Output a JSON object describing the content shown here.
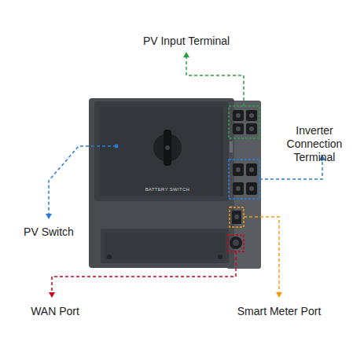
{
  "diagram": {
    "labels": [
      "PV Input Terminal",
      "Inverter Connection Terminal",
      "BATTERY SWITCH",
      "PV Switch",
      "WAN Port",
      "Smart Meter Port"
    ]
  }
}
